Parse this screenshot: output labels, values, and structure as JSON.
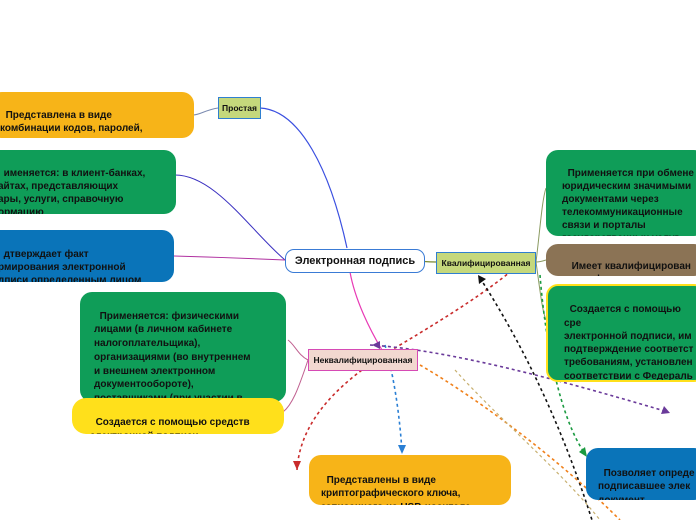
{
  "map": {
    "central": "Электронная подпись",
    "branches": {
      "simple": "Простая",
      "qualified": "Квалифицированная",
      "unqualified": "Неквалифицированная"
    },
    "topics": {
      "simple_codes": "Представлена в виде\nкомбинации кодов, паролей,\nлогинов",
      "simple_usage": "именяется: в клиент-банках,\nайтах, представляющих\nары, услуги, справочную\nормацию",
      "simple_confirms": "дтверждает факт\nрмирования электронной\nдписи определенным лицом",
      "unq_usage": "Применяется: физическими\nлицами (в личном кабинете\nналогоплательщика),\nорганизациями (во внутреннем\nи внешнем электронном\nдокументообороте),\nпоставщиками (при участии в\nэлектронных торгах)",
      "unq_created": "Создается с помощью средств\nэлектронной подписи",
      "unq_key": "Представлены в виде\nкриптографического ключа,\nзаписанного на USB-носителе",
      "q_usage": "Применяется при обмене\nюридическим значимыми\nдокументами через\nтелекоммуникационные\nсвязи и порталы\nгосударственных услуг",
      "q_cert": "Имеет квалифицирован\nсертификат ключа",
      "q_created": "Создается с помощью сре\nэлектронной подписи, им\nподтверждение соответст\nтребованиям, установлен\nсоответствии с Федераль\nзаконом \"Об электронной\nподписи\"",
      "q_identify": "Позволяет опреде\nподписавшее элек\nдокумент"
    }
  },
  "colors": {
    "orange": "#f7b418",
    "green": "#0f9d58",
    "blue": "#0a74b9",
    "yellow": "#ffe01b",
    "brown": "#8b7355",
    "branch_fill": "#c5d87c",
    "branch_border": "#2f7fd0",
    "unq_fill": "#f2d8d0",
    "unq_border": "#d64ab5"
  }
}
